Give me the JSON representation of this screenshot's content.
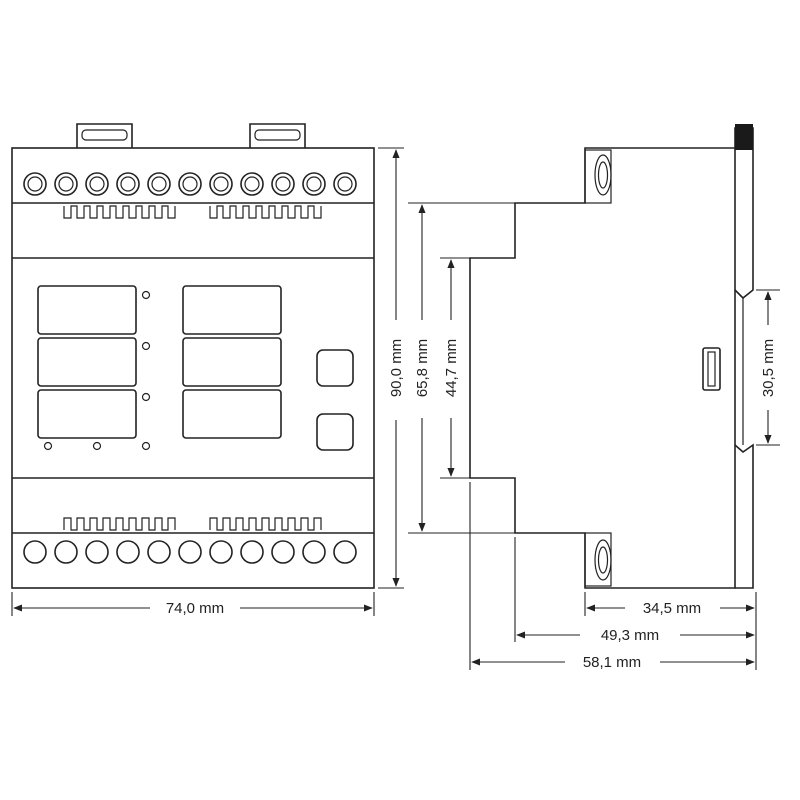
{
  "diagram": {
    "dimensions": {
      "width": "74,0 mm",
      "height_total": "90,0 mm",
      "height_mid": "65,8 mm",
      "height_inner": "44,7 mm",
      "rail_height": "30,5 mm",
      "depth_front": "34,5 mm",
      "depth_mid": "49,3 mm",
      "depth_total": "58,1 mm"
    },
    "colors": {
      "line": "#222222",
      "cap": "#1a1a1a",
      "background": "#ffffff"
    },
    "terminals": {
      "top_count": 11,
      "bottom_count": 11
    }
  }
}
